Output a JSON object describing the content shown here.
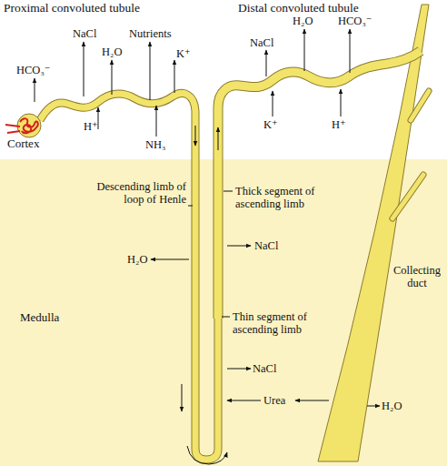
{
  "diagram": {
    "nodes": [
      {
        "text": [
          "Cortex"
        ]
      },
      {
        "text": [
          "Medulla"
        ]
      }
    ],
    "labels": [
      "Proximal convoluted tubule",
      "Distal convoluted tubule",
      "HCO₃⁻",
      "NaCl",
      "H₂O",
      "Nutrients",
      "K⁺",
      "H⁺",
      "NH₃",
      "NaCl",
      "H₂O",
      "HCO₃⁻",
      "K⁺",
      "H⁺",
      "Descending limb of loop of Henle",
      "Thick segment of ascending limb",
      "NaCl",
      "H₂O",
      "Thin segment of ascending limb",
      "NaCl",
      "Urea",
      "Collecting duct",
      "H₂O"
    ]
  }
}
